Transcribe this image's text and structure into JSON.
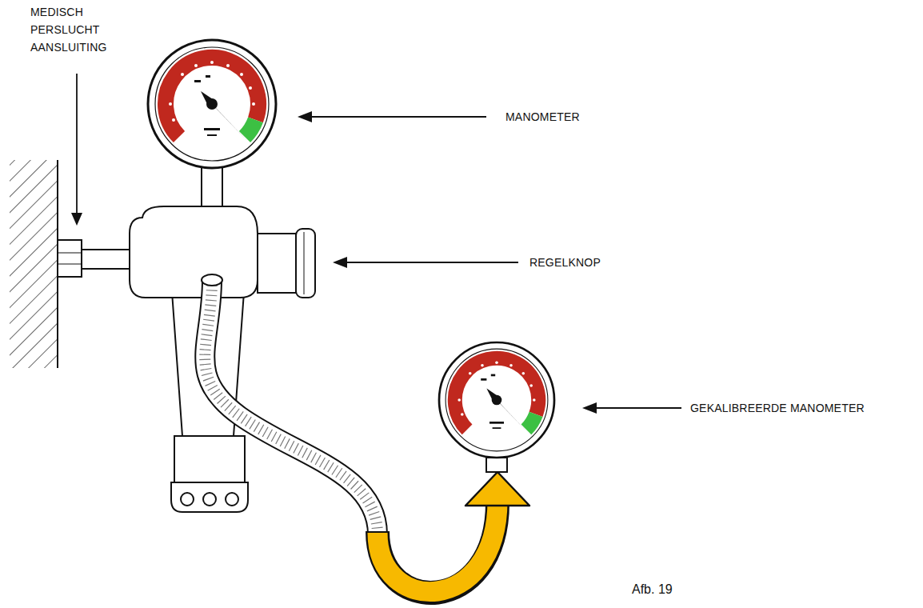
{
  "diagram": {
    "caption": "Afb. 19",
    "labels": [
      "MEDISCH PERSLUCHT AANSLUITING",
      "MANOMETER",
      "REGELKNOP",
      "GEKALIBREERDE MANOMETER"
    ]
  }
}
